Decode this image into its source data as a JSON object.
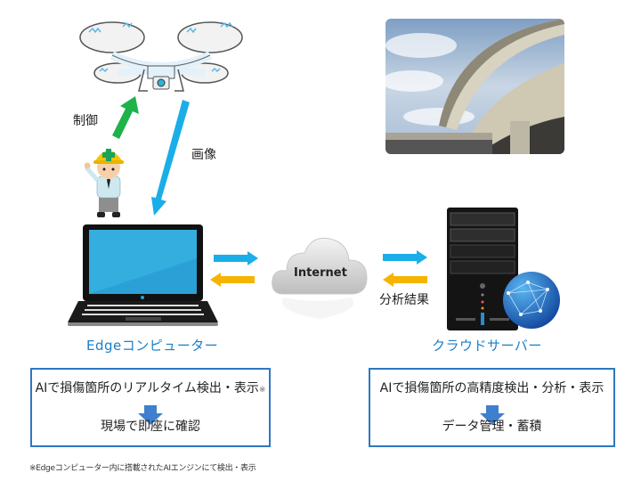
{
  "labels": {
    "control": "制御",
    "image": "画像",
    "internet": "Internet",
    "analysis_result": "分析結果",
    "edge_computer": "Edgeコンピューター",
    "cloud_server": "クラウドサーバー"
  },
  "edge_box": {
    "line1": "AIで損傷箇所のリアルタイム検出・表示",
    "line1_mark": "※",
    "line2": "現場で即座に確認"
  },
  "cloud_box": {
    "line1": "AIで損傷箇所の高精度検出・分析・表示",
    "line2": "データ管理・蓄積"
  },
  "footnote": "※Edgeコンピューター内に搭載されたAIエンジンにて検出・表示",
  "colors": {
    "accent_blue": "#1a7fc8",
    "box_border": "#2f77c3",
    "arrow_green": "#1db24a",
    "arrow_cyan": "#1aaee8",
    "arrow_orange": "#f5b400",
    "down_arrow": "#3f7fcf"
  },
  "icons": [
    "drone-icon",
    "worker-icon",
    "laptop-icon",
    "cloud-icon",
    "server-icon",
    "globe-icon",
    "bridge-photo"
  ]
}
